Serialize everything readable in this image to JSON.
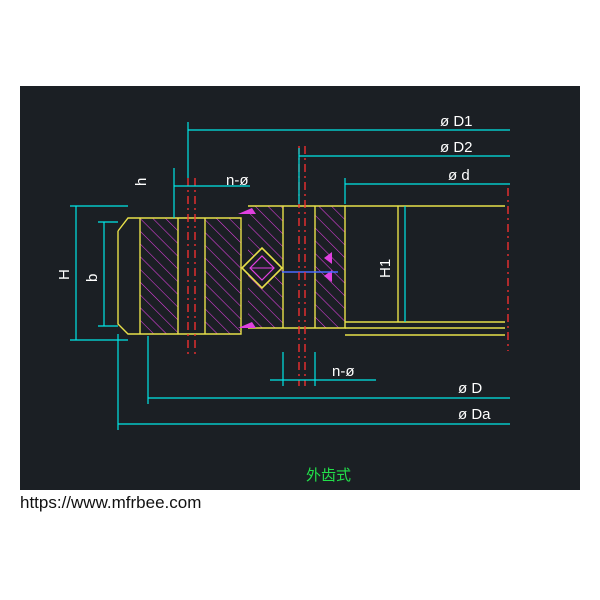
{
  "labels": {
    "d1": "ø D1",
    "d2": "ø D2",
    "d": "ø d",
    "h": "h",
    "n_phi_top": "n-ø",
    "n_phi_bottom": "n-ø",
    "H": "H",
    "b": "b",
    "H1": "H1",
    "D": "ø D",
    "Da": "ø Da"
  },
  "caption": "外齿式",
  "watermark": "https://www.mfrbee.com",
  "colors": {
    "background": "#1b1f24",
    "dimension": "#00e6e6",
    "outline": "#e8e04a",
    "centerline": "#ff3030",
    "hatch": "#e040e0",
    "caption": "#22e04a"
  }
}
